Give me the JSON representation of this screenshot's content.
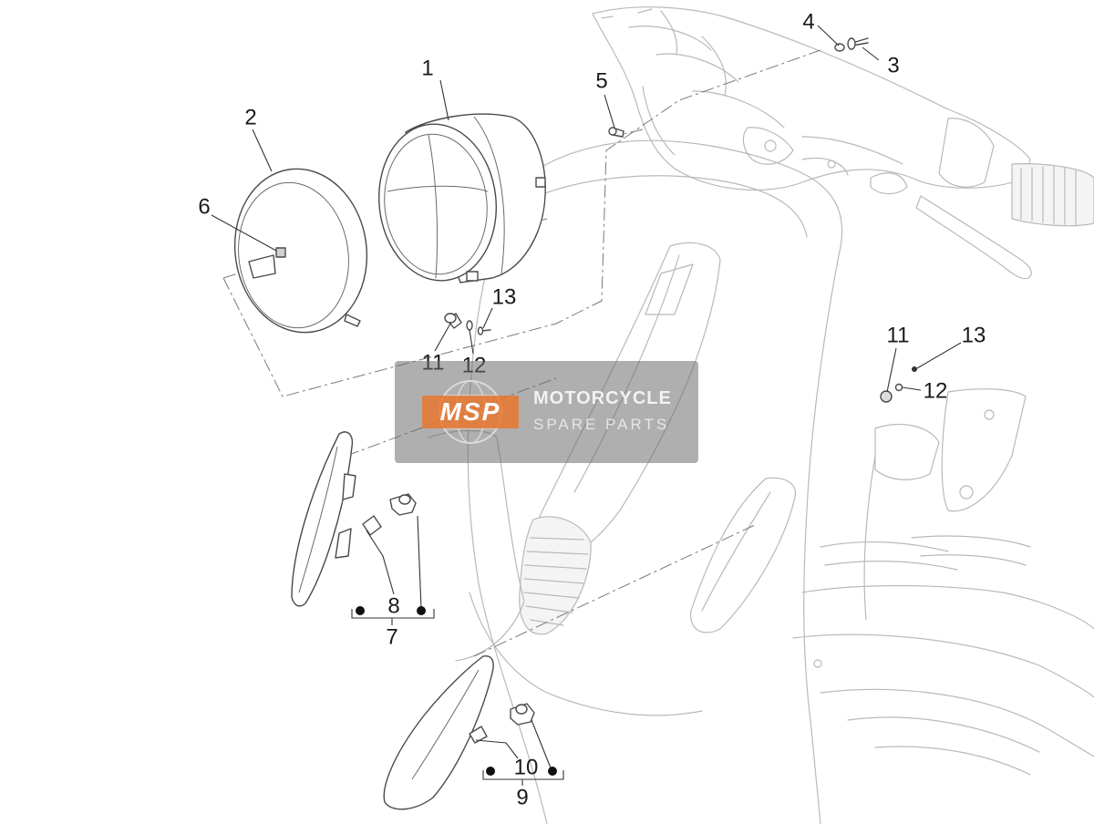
{
  "diagram": {
    "callouts": [
      "1",
      "2",
      "3",
      "4",
      "5",
      "6",
      "7",
      "8",
      "9",
      "10",
      "11",
      "12",
      "13",
      "11",
      "12",
      "13"
    ]
  },
  "watermark": {
    "logo_text": "MSP",
    "line1": "MOTORCYCLE",
    "line2": "SPARE PARTS",
    "accent_color": "#e8772e"
  }
}
